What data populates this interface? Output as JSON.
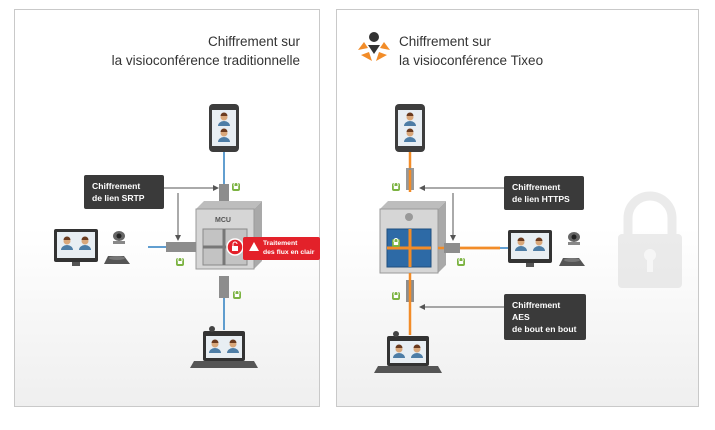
{
  "left_panel": {
    "title_line1": "Chiffrement sur",
    "title_line2": "la visioconférence traditionnelle",
    "callout_line1": "Chiffrement",
    "callout_line2": "de lien SRTP",
    "mcu_label": "MCU",
    "alert_line1": "Traitement",
    "alert_line2": "des flux en clair",
    "alert_icon": "warning-icon"
  },
  "right_panel": {
    "title_line1": "Chiffrement sur",
    "title_line2": "la visioconférence Tixeo",
    "logo_icon": "tixeo-logo",
    "callout_https_line1": "Chiffrement",
    "callout_https_line2": "de lien HTTPS",
    "callout_aes_line1": "Chiffrement AES",
    "callout_aes_line2": "de bout en bout"
  },
  "colors": {
    "panel_border": "#c9c9c9",
    "callout_bg": "#3a3a3a",
    "alert_red": "#e3212a",
    "lock_green": "#7cb342",
    "tixeo_orange": "#f28c28",
    "link_blue": "#2d7fc1"
  }
}
